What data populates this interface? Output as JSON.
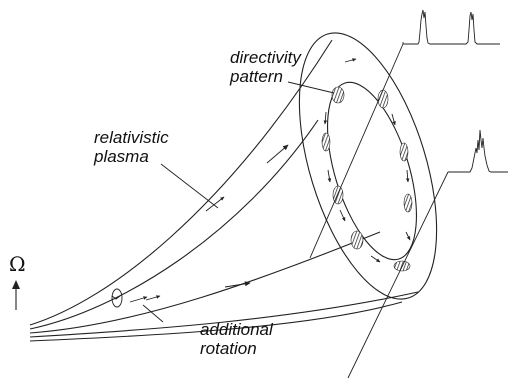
{
  "labels": {
    "directivity": "directivity\npattern",
    "plasma": "relativistic\nplasma",
    "rotation": "additional\nrotation",
    "omega": "Ω"
  },
  "icons": {
    "axis_arrow": "up-arrow-icon",
    "beam_spot": "hatched-ellipse-icon"
  },
  "colors": {
    "ink": "#222222",
    "background": "#ffffff"
  }
}
